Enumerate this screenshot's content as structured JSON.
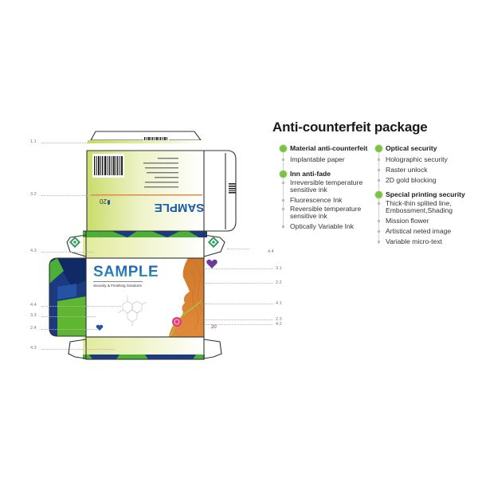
{
  "title": "Anti-counterfeit package",
  "legend": {
    "left_column": [
      {
        "heading": "Material anti-counterfeit",
        "items": [
          "Implantable paper"
        ]
      },
      {
        "heading": "Inn anti-fade",
        "items": [
          "Irreversible temperature sensitive ink",
          "Fluorescence Ink",
          "Reversible temperature sensitive ink",
          "Optically Variable Ink"
        ]
      }
    ],
    "right_column": [
      {
        "heading": "Optical security",
        "items": [
          "Holographic security",
          "Raster unlock",
          "2D gold blocking"
        ]
      },
      {
        "heading": "Special printing security",
        "items": [
          "Thick-thin splited line, Embossment,Shading",
          "Mission flower",
          "Artistical neted image",
          "Variable micro-text"
        ]
      }
    ]
  },
  "package": {
    "brand": "SAMPLE",
    "tagline": "Security & Finishing Solutions",
    "count_label": "20",
    "back_brand_rotated": "SAMPLE",
    "back_count_rotated": "20"
  },
  "callouts_left": [
    "1.1",
    "3.2",
    "4.3",
    "4.4",
    "3.3",
    "2.4",
    "4.3"
  ],
  "callouts_right": [
    "4.4",
    "3.1",
    "2.2",
    "4.1",
    "2.3",
    "4.2"
  ],
  "colors": {
    "accent_green": "#7cc243",
    "navy": "#1c3a80",
    "lime": "#5fb731",
    "orange": "#d9822b",
    "purple": "#6b3aa0",
    "pink": "#e23b78"
  }
}
